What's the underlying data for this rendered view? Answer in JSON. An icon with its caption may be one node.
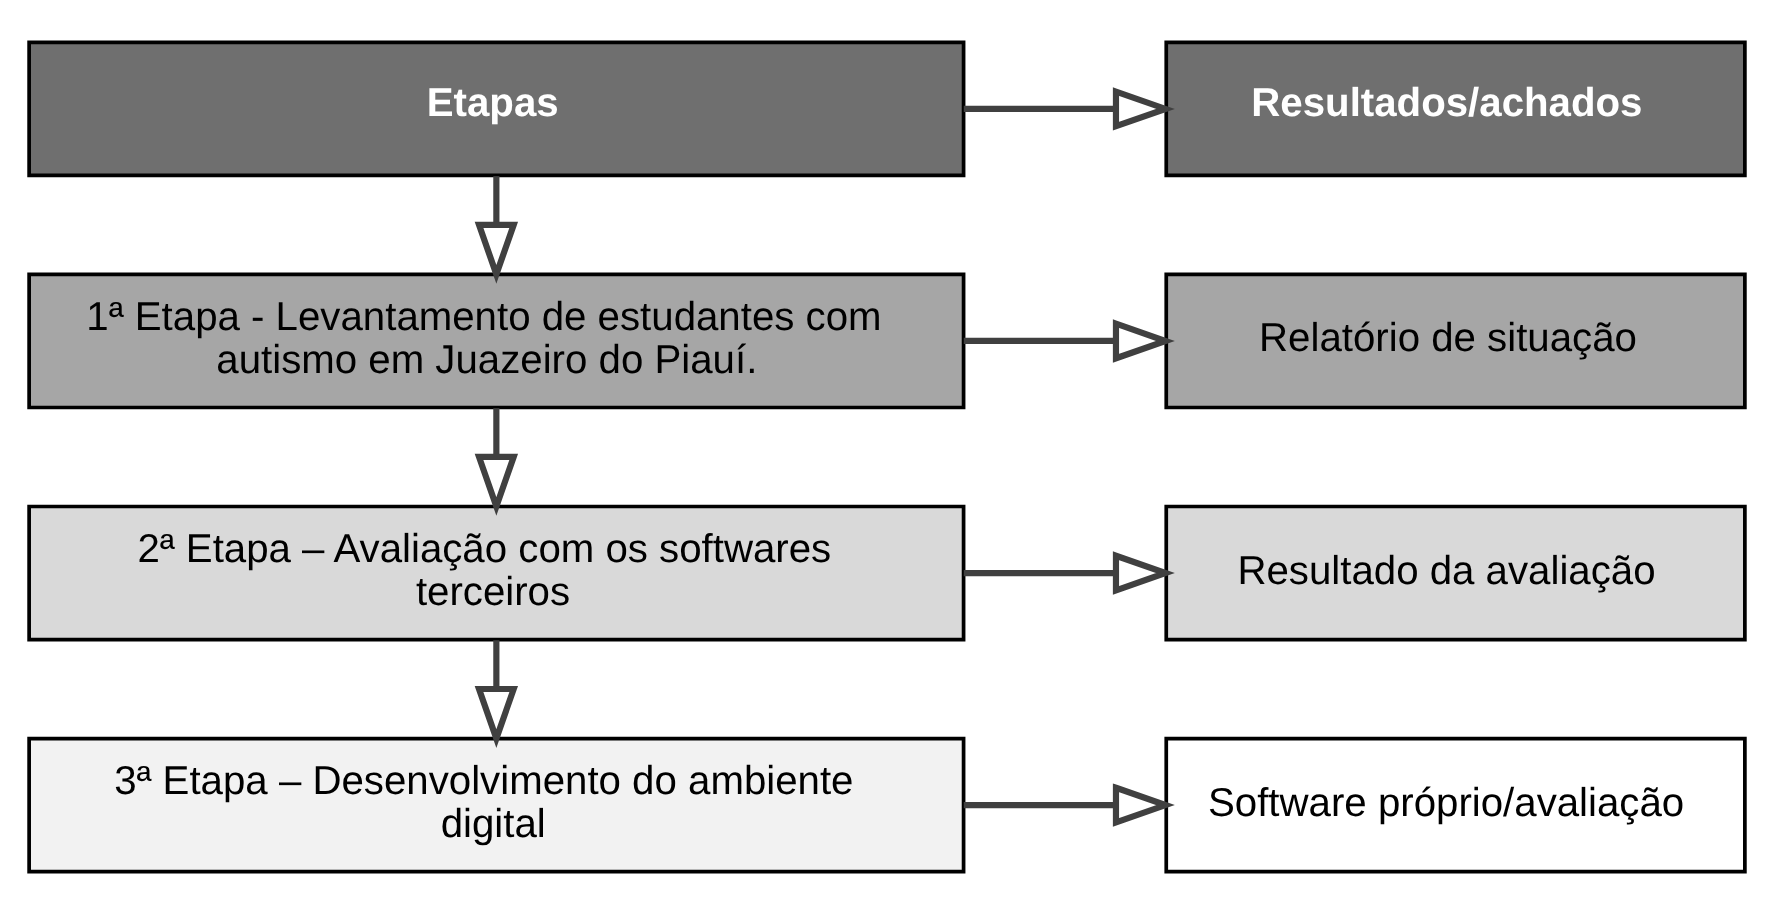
{
  "diagram": {
    "nodes": [
      {
        "text": [
          "Etapas"
        ]
      },
      {
        "text": [
          "Resultados/achados"
        ]
      },
      {
        "text": [
          "1ª Etapa - Levantamento de estudantes com autismo em Juazeiro do Piauí."
        ]
      },
      {
        "text": [
          "Relatório de situação"
        ]
      },
      {
        "text": [
          "2ª Etapa – Avaliação com os softwares terceiros"
        ]
      },
      {
        "text": [
          "Resultado da avaliação"
        ]
      },
      {
        "text": [
          "3ª Etapa – Desenvolvimento do ambiente digital"
        ]
      },
      {
        "text": [
          "Software próprio/avaliação"
        ]
      }
    ],
    "edges": [
      {
        "from": 0,
        "to": 1,
        "arrow": "to"
      },
      {
        "from": 0,
        "to": 2,
        "arrow": "to"
      },
      {
        "from": 2,
        "to": 3,
        "arrow": "to"
      },
      {
        "from": 2,
        "to": 4,
        "arrow": "to"
      },
      {
        "from": 4,
        "to": 5,
        "arrow": "to"
      },
      {
        "from": 4,
        "to": 6,
        "arrow": "to"
      },
      {
        "from": 6,
        "to": 7,
        "arrow": "to"
      }
    ]
  }
}
